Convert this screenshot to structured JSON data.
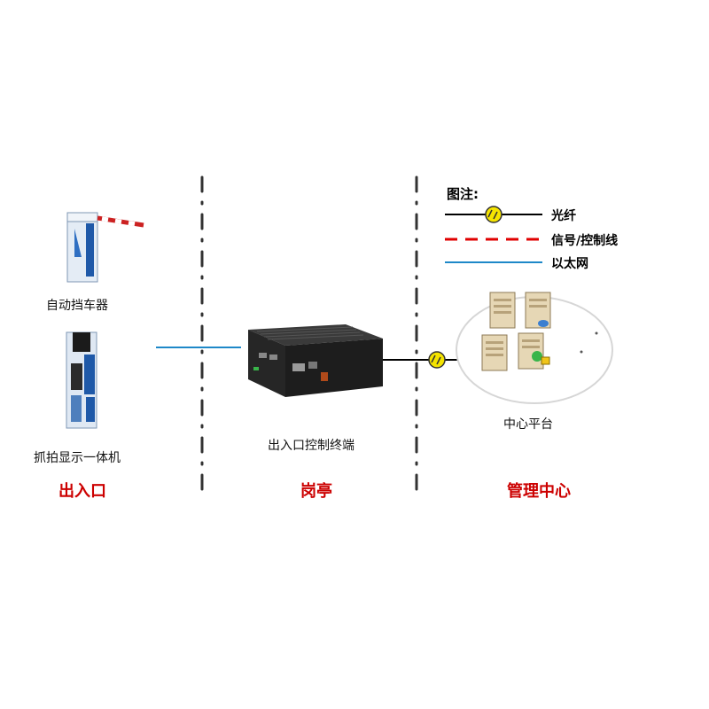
{
  "devices": {
    "barrier": {
      "label": "自动挡车器"
    },
    "camera": {
      "label": "抓拍显示一体机"
    },
    "terminal": {
      "label": "出入口控制终端"
    },
    "platform": {
      "label": "中心平台"
    }
  },
  "zones": [
    {
      "label": "出入口"
    },
    {
      "label": "岗亭"
    },
    {
      "label": "管理中心"
    }
  ],
  "legend": {
    "title": "图注:",
    "items": [
      {
        "label": "光纤"
      },
      {
        "label": "信号/控制线"
      },
      {
        "label": "以太网"
      }
    ]
  },
  "colors": {
    "zone_label": "#cc0000",
    "ethernet": "#1e88c8",
    "signal": "#e00000",
    "fiber": "#000000",
    "fiber_marker": "#f5e400"
  }
}
